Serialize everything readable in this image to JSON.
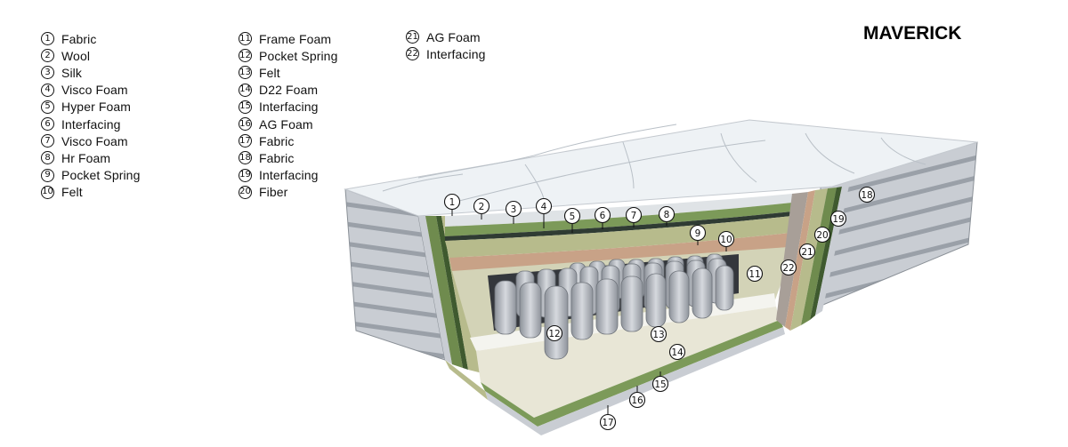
{
  "title": "MAVERICK",
  "legend": [
    {
      "num": "1",
      "label": "Fabric"
    },
    {
      "num": "2",
      "label": "Wool"
    },
    {
      "num": "3",
      "label": "Silk"
    },
    {
      "num": "4",
      "label": "Visco Foam"
    },
    {
      "num": "5",
      "label": "Hyper Foam"
    },
    {
      "num": "6",
      "label": "Interfacing"
    },
    {
      "num": "7",
      "label": "Visco Foam"
    },
    {
      "num": "8",
      "label": "Hr Foam"
    },
    {
      "num": "9",
      "label": "Pocket Spring"
    },
    {
      "num": "10",
      "label": "Felt"
    },
    {
      "num": "11",
      "label": "Frame Foam"
    },
    {
      "num": "12",
      "label": "Pocket Spring"
    },
    {
      "num": "13",
      "label": "Felt"
    },
    {
      "num": "14",
      "label": "D22 Foam"
    },
    {
      "num": "15",
      "label": "Interfacing"
    },
    {
      "num": "16",
      "label": "AG Foam"
    },
    {
      "num": "17",
      "label": "Fabric"
    },
    {
      "num": "18",
      "label": "Fabric"
    },
    {
      "num": "19",
      "label": "Interfacing"
    },
    {
      "num": "20",
      "label": "Fiber"
    },
    {
      "num": "21",
      "label": "AG Foam"
    },
    {
      "num": "22",
      "label": "Interfacing"
    }
  ],
  "colors": {
    "fabric": "#c9cdd3",
    "fabric_dark": "#9aa0a8",
    "top_quilt": "#eef2f5",
    "green_layer": "#6f8b4e",
    "dark_green": "#3f5a2f",
    "olive": "#b7bb8c",
    "peach": "#c8a287",
    "frame_foam": "#d3d3b7",
    "base_foam": "#e8e6d6",
    "spring": "#a6abb3"
  }
}
